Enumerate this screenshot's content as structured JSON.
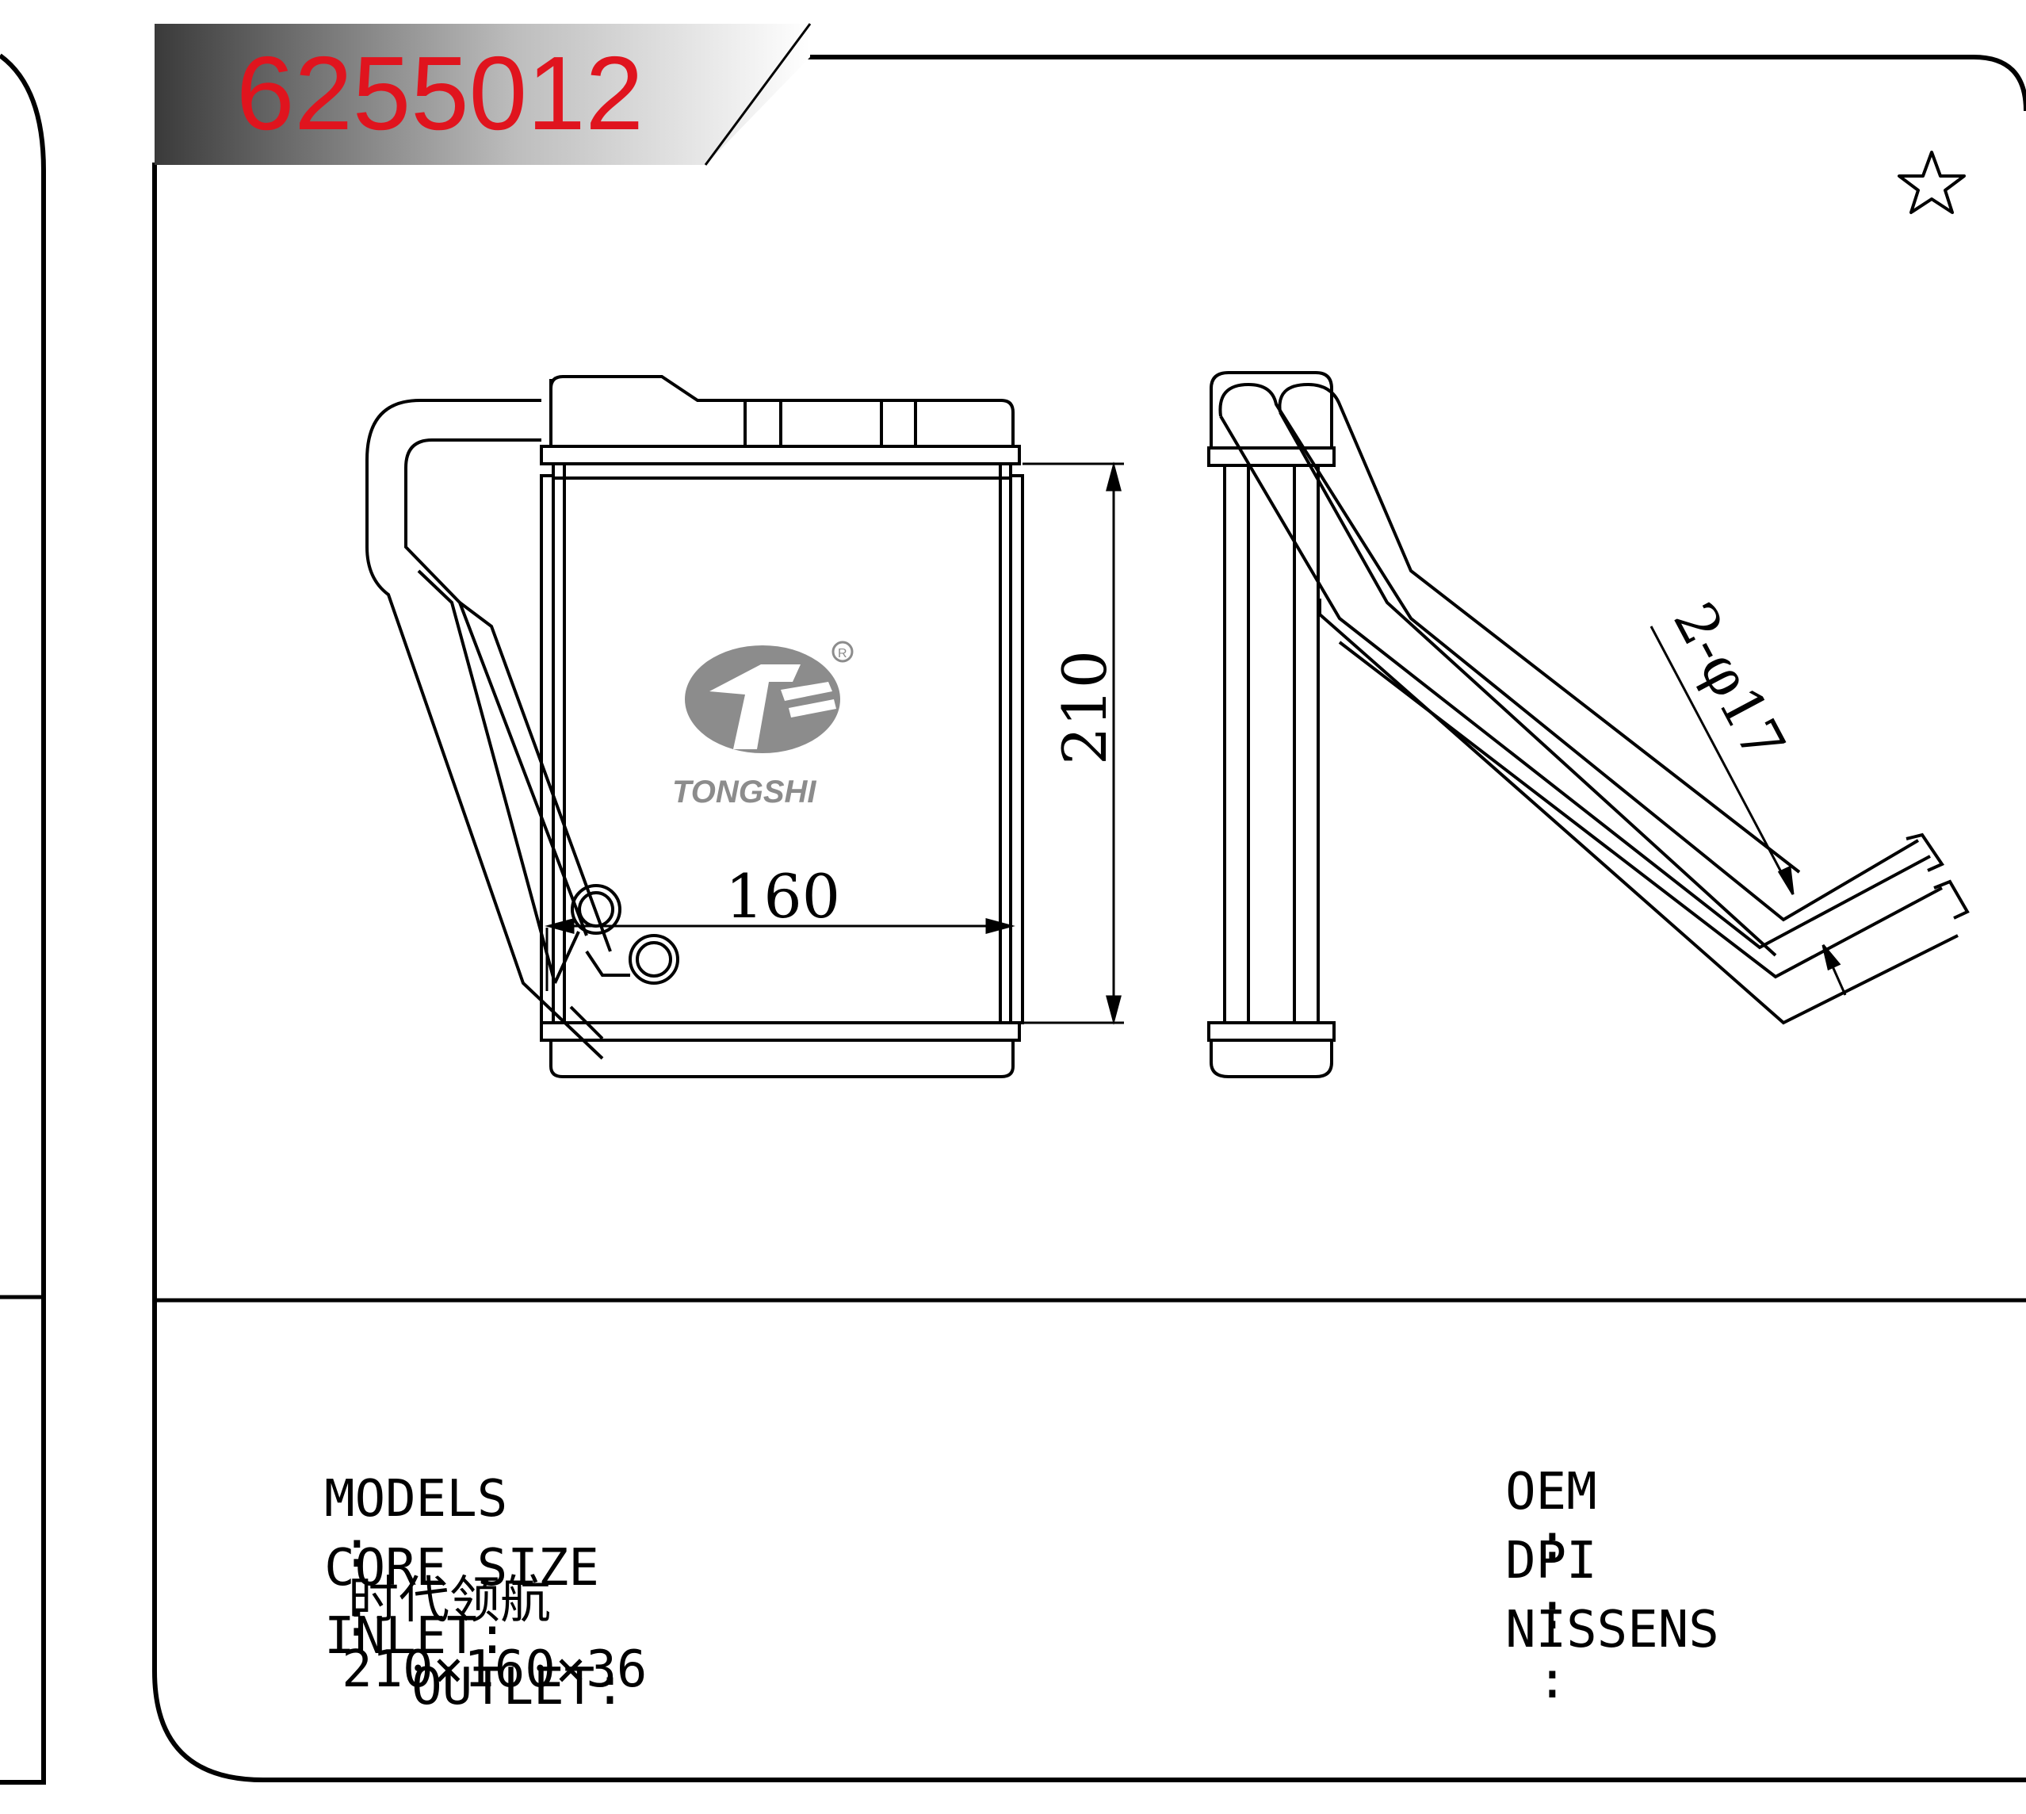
{
  "part_number": "6255012",
  "drawing": {
    "dim_width": "160",
    "dim_height": "210",
    "dim_pipe": "2-φ17",
    "brand_name": "TONGSHI",
    "registered_mark": "R"
  },
  "specs": {
    "models_label": "MODELS",
    "models_value": "时代领航",
    "core_size_label": "CORE SIZE",
    "core_size_value": "210×160×36",
    "inlet_label": "INLET:",
    "outlet_label": "OUTLET:",
    "oem_label": "OEM",
    "dpi_label": "DPI",
    "nissens_label": "NISSENS",
    "separator": ":"
  },
  "colors": {
    "part_number": "#e0141e",
    "line": "#000000",
    "logo_gray": "#8c8c8c"
  },
  "icons": [
    "star-icon",
    "tongshi-logo"
  ]
}
